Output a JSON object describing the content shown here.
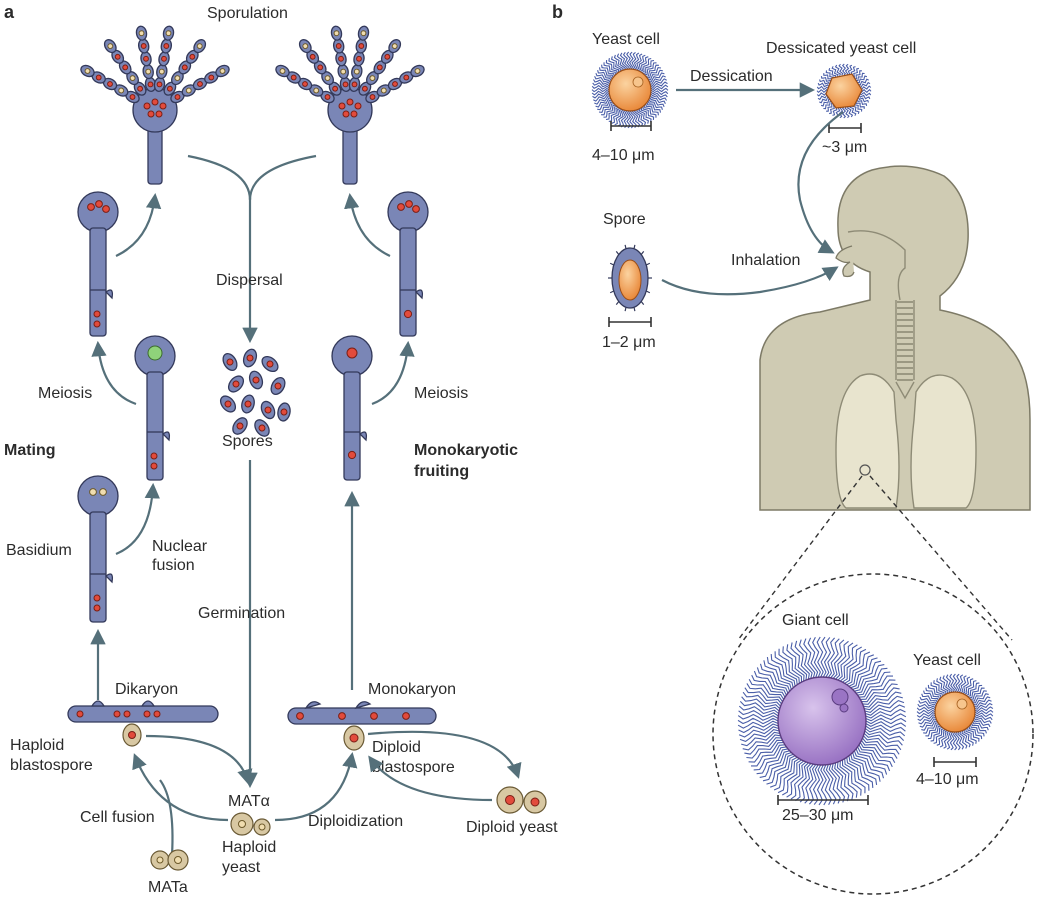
{
  "panel_a": {
    "label": "a",
    "sporulation": "Sporulation",
    "dispersal": "Dispersal",
    "spores": "Spores",
    "germination": "Germination",
    "meiosis_left": "Meiosis",
    "meiosis_right": "Meiosis",
    "mating": "Mating",
    "monokaryotic_1": "Monokaryotic",
    "monokaryotic_2": "fruiting",
    "basidium": "Basidium",
    "nuclear_1": "Nuclear",
    "nuclear_2": "fusion",
    "dikaryon": "Dikaryon",
    "monokaryon": "Monokaryon",
    "haploid_blasto_1": "Haploid",
    "haploid_blasto_2": "blastospore",
    "diploid_blasto_1": "Diploid",
    "diploid_blasto_2": "blastospore",
    "mat_alpha": "MATα",
    "haploid_yeast_1": "Haploid",
    "haploid_yeast_2": "yeast",
    "cell_fusion": "Cell fusion",
    "mat_a": "MATa",
    "diploidization": "Diploidization",
    "diploid_yeast": "Diploid yeast"
  },
  "panel_b": {
    "label": "b",
    "yeast_cell": "Yeast cell",
    "yeast_size": "4–10 μm",
    "dessication": "Dessication",
    "dessicated": "Dessicated yeast cell",
    "dessicated_size": "~3 μm",
    "spore": "Spore",
    "spore_size": "1–2 μm",
    "inhalation": "Inhalation",
    "giant_cell": "Giant cell",
    "giant_size": "25–30 μm",
    "yeast_cell_2": "Yeast cell",
    "yeast_size_2": "4–10 μm"
  },
  "colors": {
    "fungus": "#7a86b6",
    "nucleus": "#e24b3c",
    "capsule": "#4a5ea8",
    "cell_orange": "#f2a35a",
    "giant_purple": "#a987cc",
    "human": "#cfcbb3",
    "arrow": "#55707a"
  }
}
